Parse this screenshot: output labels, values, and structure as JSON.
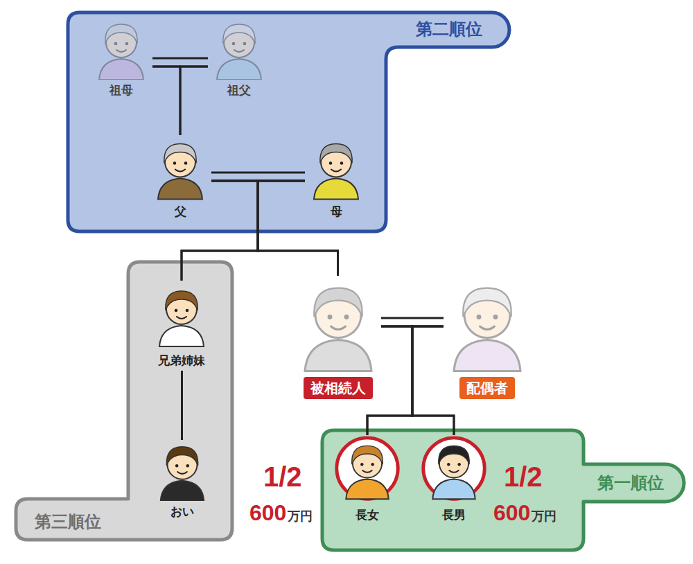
{
  "diagram": {
    "nodes": [
      {
        "text": [
          "第二順位"
        ]
      },
      {
        "text": [
          "祖母"
        ],
        "in": 0
      },
      {
        "text": [
          "祖父"
        ],
        "in": 0
      },
      {
        "text": [
          "父"
        ],
        "in": 0
      },
      {
        "text": [
          "母"
        ],
        "in": 0
      },
      {
        "text": [
          "第三順位"
        ]
      },
      {
        "text": [
          "兄弟姉妹"
        ],
        "in": 5
      },
      {
        "text": [
          "おい"
        ],
        "in": 5
      },
      {
        "text": [
          "被相続人"
        ]
      },
      {
        "text": [
          "配偶者"
        ]
      },
      {
        "text": [
          "第一順位"
        ]
      },
      {
        "text": [
          "長女"
        ],
        "in": 10
      },
      {
        "text": [
          "長男"
        ],
        "in": 10
      }
    ],
    "edges": [
      {
        "from": 1,
        "to": 2,
        "arrow": "none"
      },
      {
        "from": 1,
        "to": 3,
        "arrow": "none"
      },
      {
        "from": 2,
        "to": 3,
        "arrow": "none"
      },
      {
        "from": 3,
        "to": 4,
        "arrow": "none"
      },
      {
        "from": 3,
        "to": 6,
        "arrow": "none"
      },
      {
        "from": 4,
        "to": 6,
        "arrow": "none"
      },
      {
        "from": 3,
        "to": 8,
        "arrow": "none"
      },
      {
        "from": 4,
        "to": 8,
        "arrow": "none"
      },
      {
        "from": 6,
        "to": 7,
        "arrow": "none"
      },
      {
        "from": 8,
        "to": 9,
        "arrow": "none"
      },
      {
        "from": 8,
        "to": 11,
        "arrow": "none"
      },
      {
        "from": 9,
        "to": 11,
        "arrow": "none"
      },
      {
        "from": 8,
        "to": 12,
        "arrow": "none"
      },
      {
        "from": 9,
        "to": 12,
        "arrow": "none"
      }
    ],
    "labels": [
      "1/2",
      "600",
      "万円",
      "1/2",
      "600",
      "万円"
    ]
  }
}
